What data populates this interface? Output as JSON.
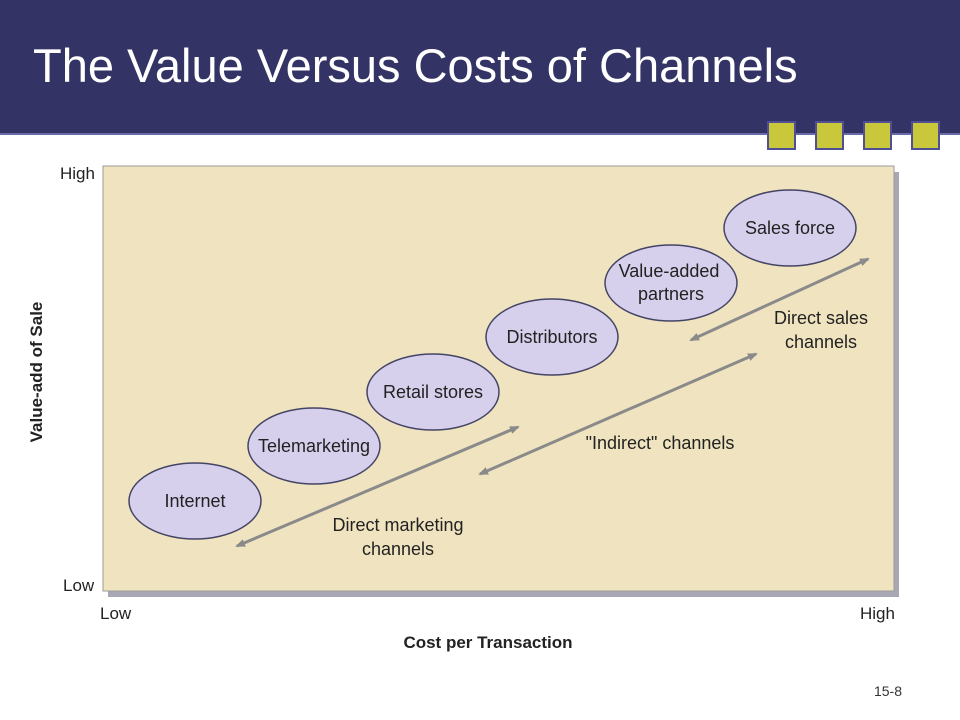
{
  "slide": {
    "title": "The Value Versus Costs of Channels",
    "page_number": "15-8",
    "colors": {
      "header_background": "#333366",
      "deco_square_fill": "#c8c83a",
      "plot_background": "#f0e4c0",
      "node_fill": "#d6d0ec",
      "node_stroke": "#444466",
      "arrow_color": "#8a8a8a"
    }
  },
  "diagram": {
    "y_axis": {
      "title": "Value-add of Sale",
      "high_label": "High",
      "low_label": "Low"
    },
    "x_axis": {
      "title": "Cost per Transaction",
      "low_label": "Low",
      "high_label": "High"
    },
    "nodes": [
      {
        "id": "internet",
        "lines": [
          "Internet"
        ]
      },
      {
        "id": "telemarketing",
        "lines": [
          "Telemarketing"
        ]
      },
      {
        "id": "retail-stores",
        "lines": [
          "Retail stores"
        ]
      },
      {
        "id": "distributors",
        "lines": [
          "Distributors"
        ]
      },
      {
        "id": "value-added-partners",
        "lines": [
          "Value-added",
          "partners"
        ]
      },
      {
        "id": "sales-force",
        "lines": [
          "Sales force"
        ]
      }
    ],
    "channel_groups": [
      {
        "id": "direct-marketing",
        "lines": [
          "Direct marketing",
          "channels"
        ]
      },
      {
        "id": "indirect",
        "lines": [
          "\"Indirect\" channels"
        ]
      },
      {
        "id": "direct-sales",
        "lines": [
          "Direct sales",
          "channels"
        ]
      }
    ]
  }
}
